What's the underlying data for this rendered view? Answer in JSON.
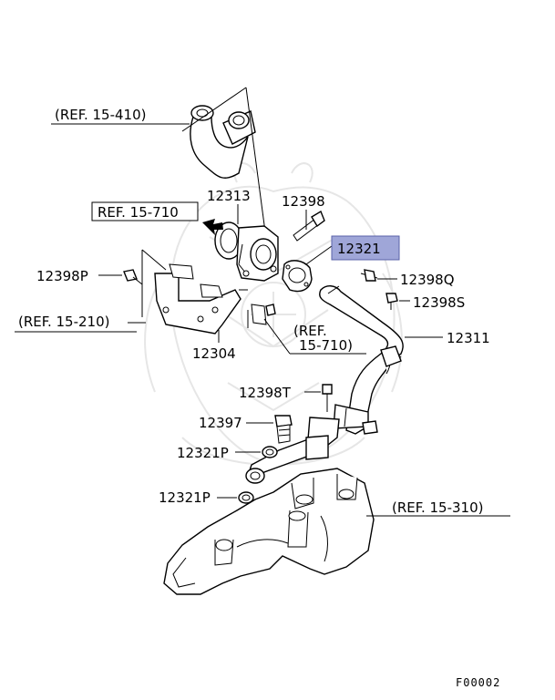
{
  "references": {
    "ref_15_410": "(REF. 15-410)",
    "ref_15_710_top": "REF. 15-710",
    "ref_15_210": "(REF. 15-210)",
    "ref_15_710_mid_line1": "(REF.",
    "ref_15_710_mid_line2": "15-710)",
    "ref_15_310": "(REF. 15-310)"
  },
  "parts": {
    "p12313": "12313",
    "p12398": "12398",
    "p12321_highlight": "12321",
    "p12398P": "12398P",
    "p12398Q": "12398Q",
    "p12398S": "12398S",
    "p12304": "12304",
    "p12311": "12311",
    "p12398T": "12398T",
    "p12397": "12397",
    "p12321P_a": "12321P",
    "p12321P_b": "12321P"
  },
  "figure_code": "F00002",
  "colors": {
    "highlight_fill": "#9fa6d8",
    "highlight_stroke": "#5a62a8"
  }
}
